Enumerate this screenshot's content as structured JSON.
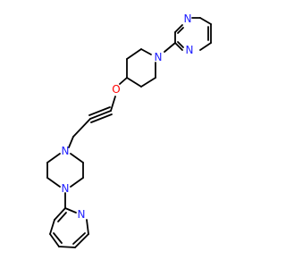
{
  "colors": {
    "bond": "#000000",
    "nitrogen": "#2020ff",
    "oxygen": "#ff0000",
    "background": "#ffffff"
  },
  "atoms": [
    {
      "id": "n-pym-1",
      "element": "N"
    },
    {
      "id": "n-pym-2",
      "element": "N"
    },
    {
      "id": "n-pip",
      "element": "N"
    },
    {
      "id": "o-ether",
      "element": "O"
    },
    {
      "id": "n-pz-1",
      "element": "N"
    },
    {
      "id": "n-pz-2",
      "element": "N"
    },
    {
      "id": "n-py",
      "element": "N"
    }
  ]
}
